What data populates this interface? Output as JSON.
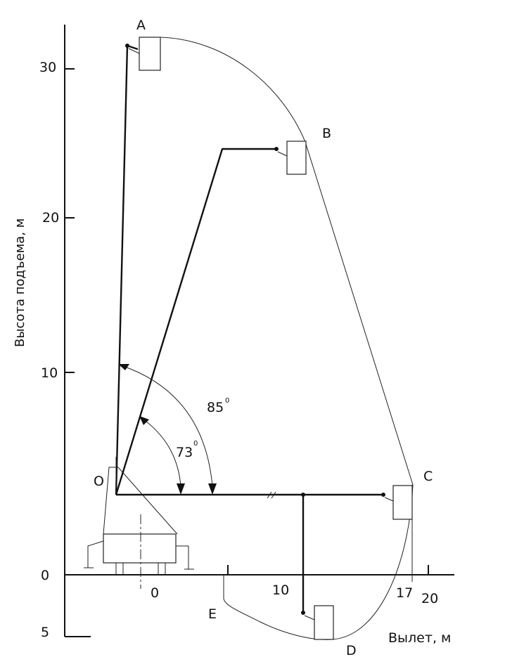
{
  "axes": {
    "y_label": "Высота подъема, м",
    "x_label": "Вылет, м",
    "y_ticks": [
      "30",
      "20",
      "10",
      "0",
      "5"
    ],
    "x_ticks": [
      "0",
      "10",
      "17",
      "20"
    ]
  },
  "points": {
    "A": "A",
    "B": "B",
    "C": "C",
    "D": "D",
    "E": "E",
    "O": "O"
  },
  "angles": {
    "large": "85",
    "small": "73",
    "degree_mark": "0"
  }
}
